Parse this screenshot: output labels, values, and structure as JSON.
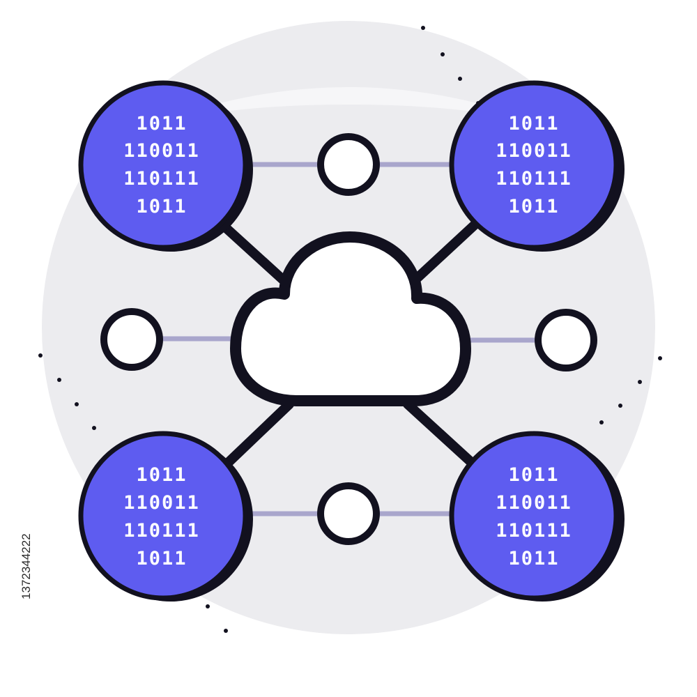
{
  "colors": {
    "background": "#ffffff",
    "backdrop": "#ececef",
    "outline": "#12111f",
    "data_node_fill": "#5e5cf0",
    "link_line": "#a9a6cc",
    "binary_text": "#ffffff"
  },
  "icons": {
    "center": "cloud-icon",
    "data_nodes": "binary-data-icon",
    "small_nodes": "ring-node-icon"
  },
  "data_nodes": [
    {
      "id": "top-left",
      "lines": [
        "1011",
        "110011",
        "110111",
        "1011"
      ]
    },
    {
      "id": "top-right",
      "lines": [
        "1011",
        "110011",
        "110111",
        "1011"
      ]
    },
    {
      "id": "bottom-left",
      "lines": [
        "1011",
        "110011",
        "110111",
        "1011"
      ]
    },
    {
      "id": "bottom-right",
      "lines": [
        "1011",
        "110011",
        "110111",
        "1011"
      ]
    }
  ],
  "watermark": {
    "stock_id": "1372344222"
  }
}
